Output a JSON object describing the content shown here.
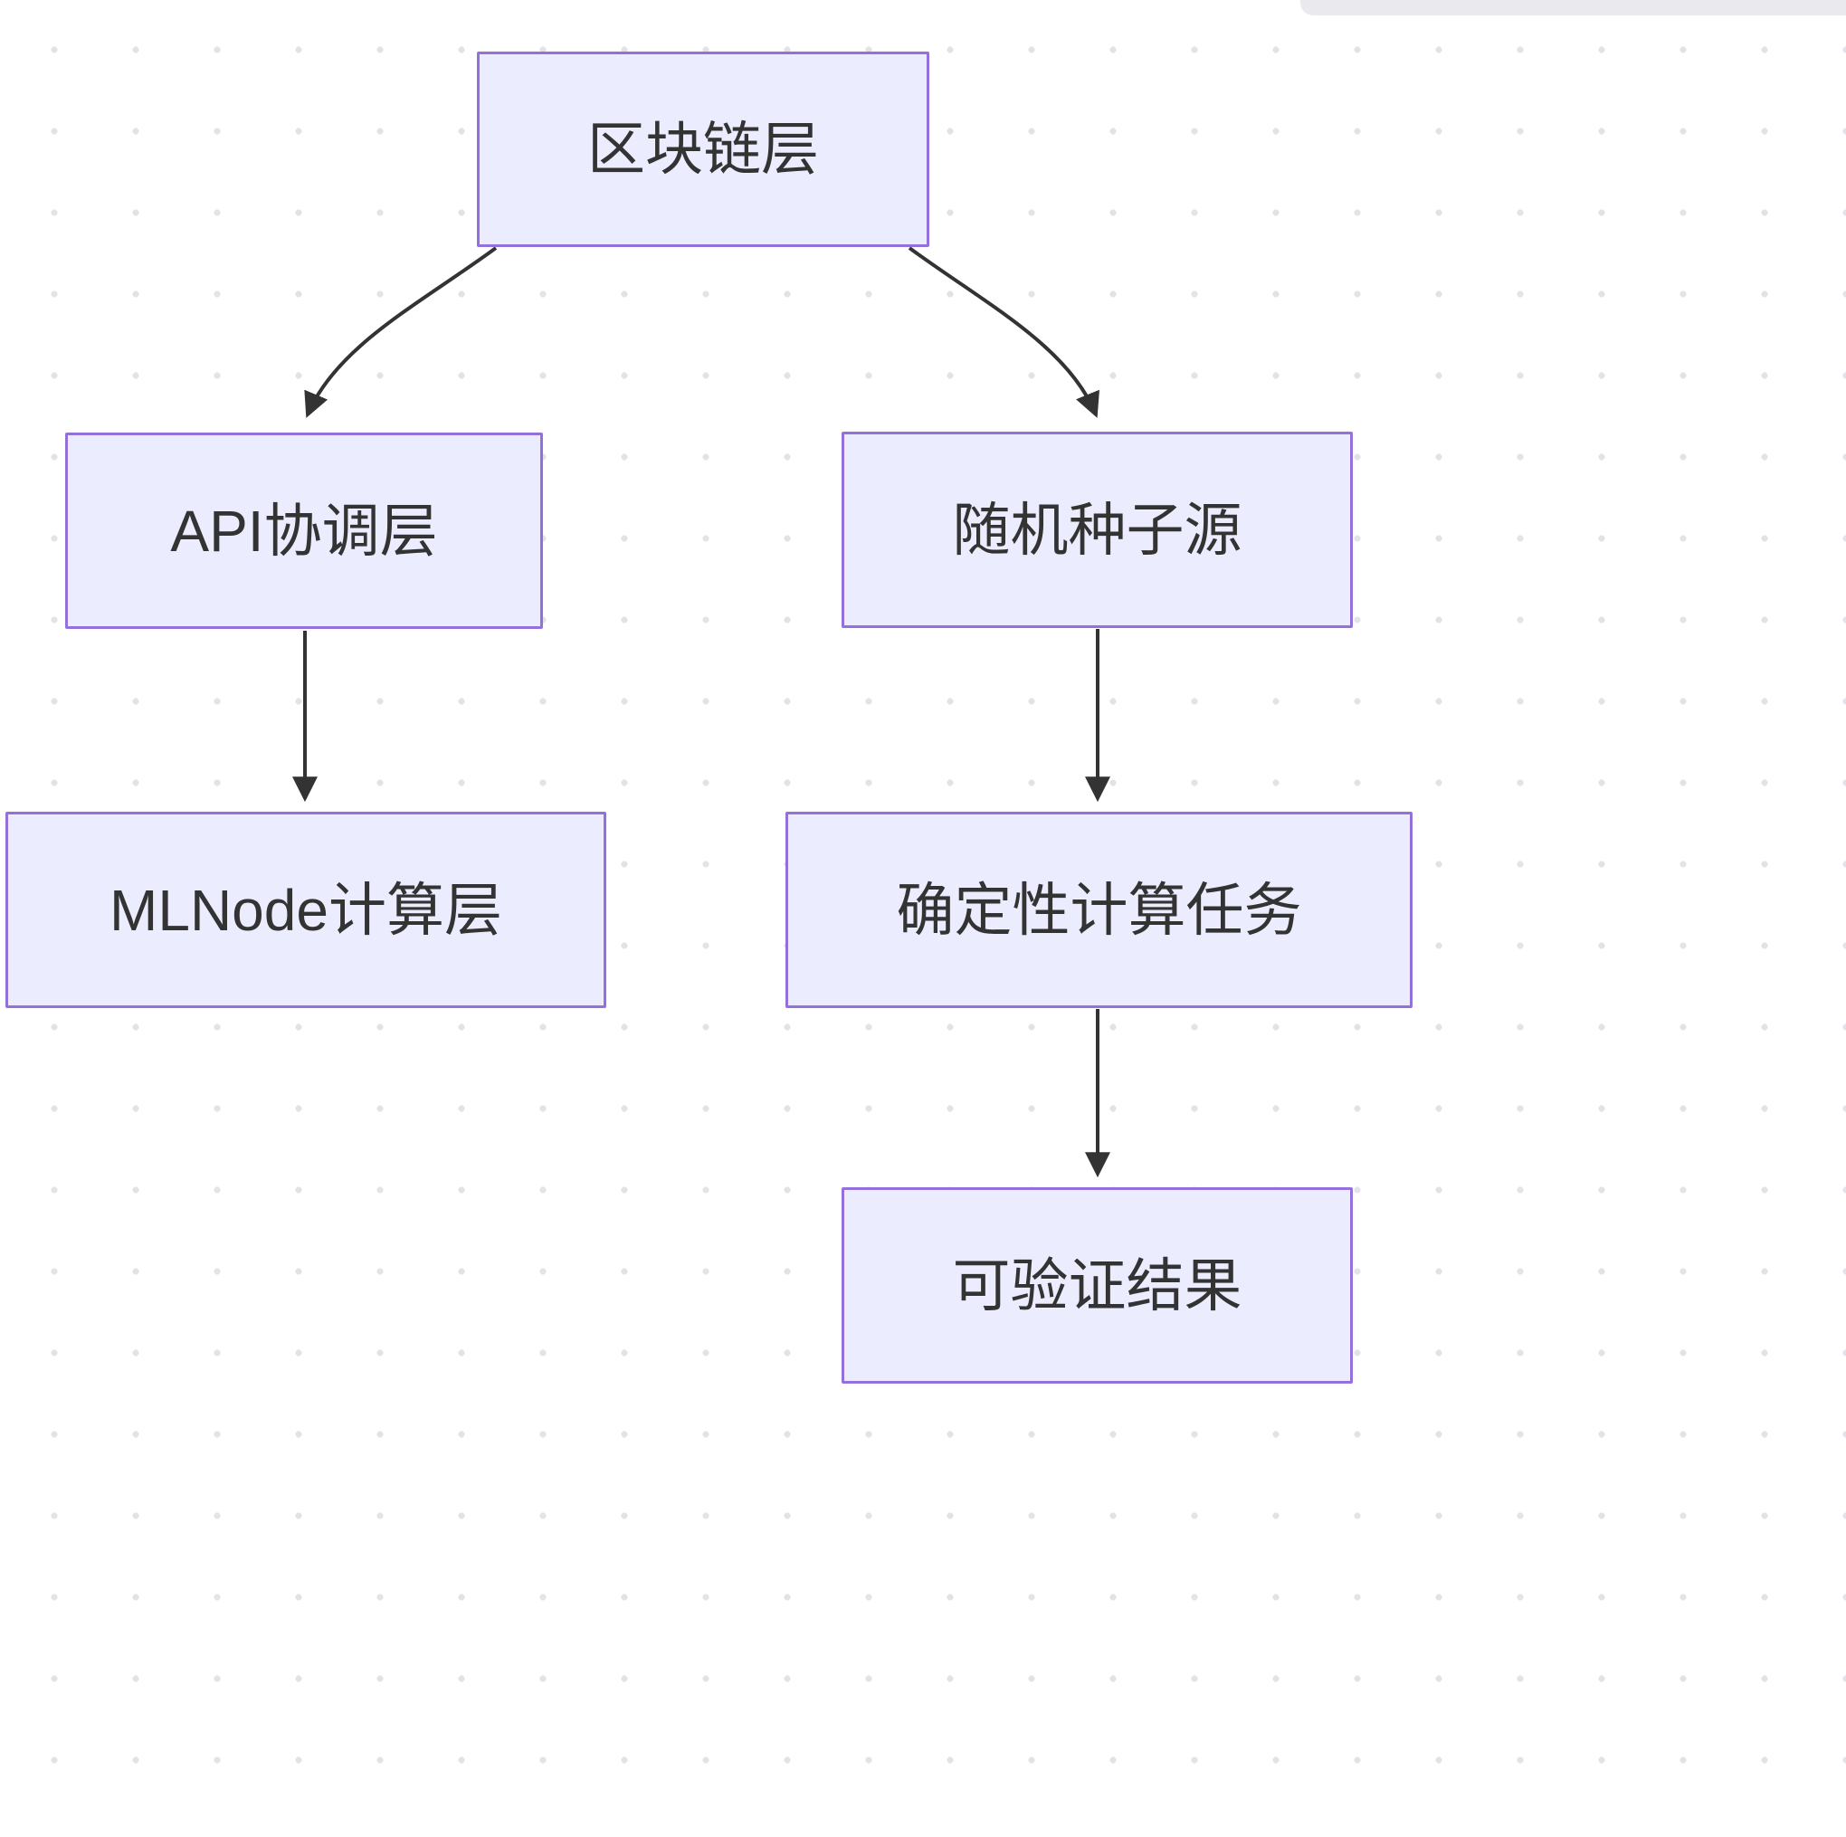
{
  "diagram": {
    "title": "",
    "nodes": [
      {
        "id": "blockchain-layer",
        "label": "区块链层"
      },
      {
        "id": "api-coordination",
        "label": "API协调层"
      },
      {
        "id": "random-seed-source",
        "label": "随机种子源"
      },
      {
        "id": "mlnode-compute",
        "label": "MLNode计算层"
      },
      {
        "id": "deterministic-task",
        "label": "确定性计算任务"
      },
      {
        "id": "verifiable-result",
        "label": "可验证结果"
      }
    ],
    "edges": [
      {
        "from": "blockchain-layer",
        "to": "api-coordination"
      },
      {
        "from": "blockchain-layer",
        "to": "random-seed-source"
      },
      {
        "from": "api-coordination",
        "to": "mlnode-compute"
      },
      {
        "from": "random-seed-source",
        "to": "deterministic-task"
      },
      {
        "from": "deterministic-task",
        "to": "verifiable-result"
      }
    ],
    "colors": {
      "node_fill": "#ECECFF",
      "node_border": "#9370DB",
      "text": "#333333",
      "arrow": "#333333",
      "background": "#FFFFFF",
      "dot_grid": "#E2E2E9"
    }
  }
}
